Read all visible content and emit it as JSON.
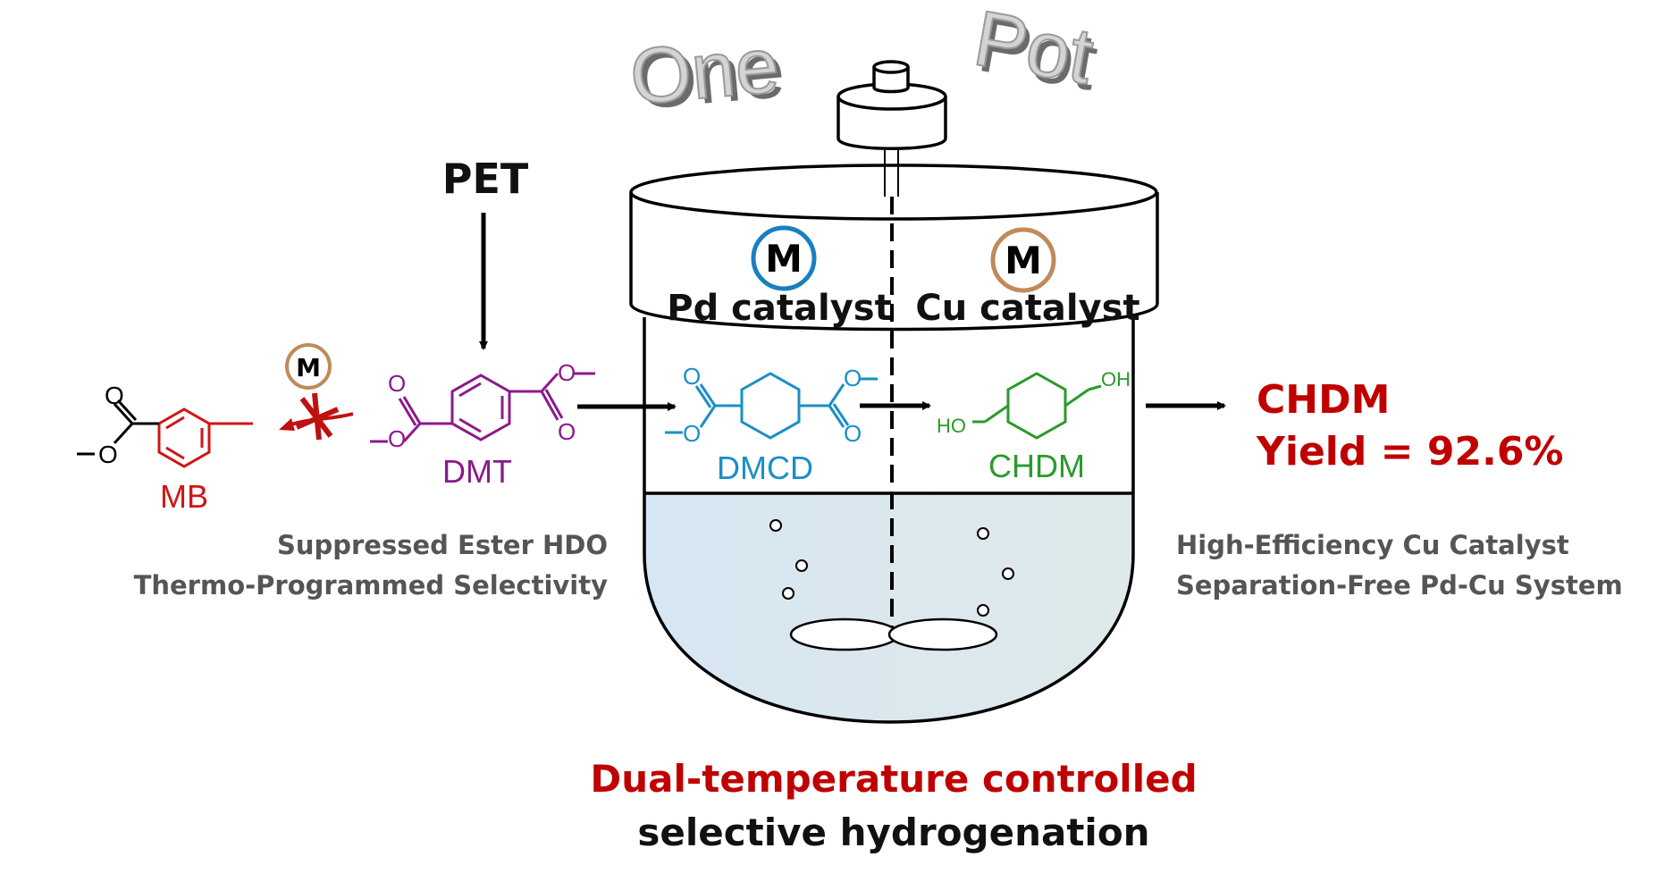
{
  "headline": {
    "word1": "One",
    "word2": "Pot"
  },
  "feed": {
    "label": "PET"
  },
  "catalysts": {
    "metal_symbol": "M",
    "pd_label": "Pd catalyst",
    "cu_label": "Cu catalyst",
    "pd_color": "#1a7fc1",
    "cu_color": "#c08a5a"
  },
  "molecules": {
    "mb": {
      "label": "MB",
      "color": "#d01515"
    },
    "dmt": {
      "label": "DMT",
      "color": "#8b1a8b"
    },
    "dmcd": {
      "label": "DMCD",
      "color": "#1a8fc6"
    },
    "chdm": {
      "label": "CHDM",
      "color": "#2a9a2a"
    },
    "atoms": {
      "O": "O",
      "OH": "OH",
      "HO": "HO"
    }
  },
  "product": {
    "name": "CHDM",
    "yield_text": "Yield = 92.6%",
    "color": "#c00000"
  },
  "notes_left": [
    "Suppressed Ester HDO",
    "Thermo-Programmed Selectivity"
  ],
  "notes_right": [
    "High-Efficiency Cu Catalyst",
    "Separation-Free Pd-Cu System"
  ],
  "footer": {
    "line1": "Dual-temperature controlled",
    "line2": "selective hydrogenation",
    "line1_color": "#c00000"
  }
}
